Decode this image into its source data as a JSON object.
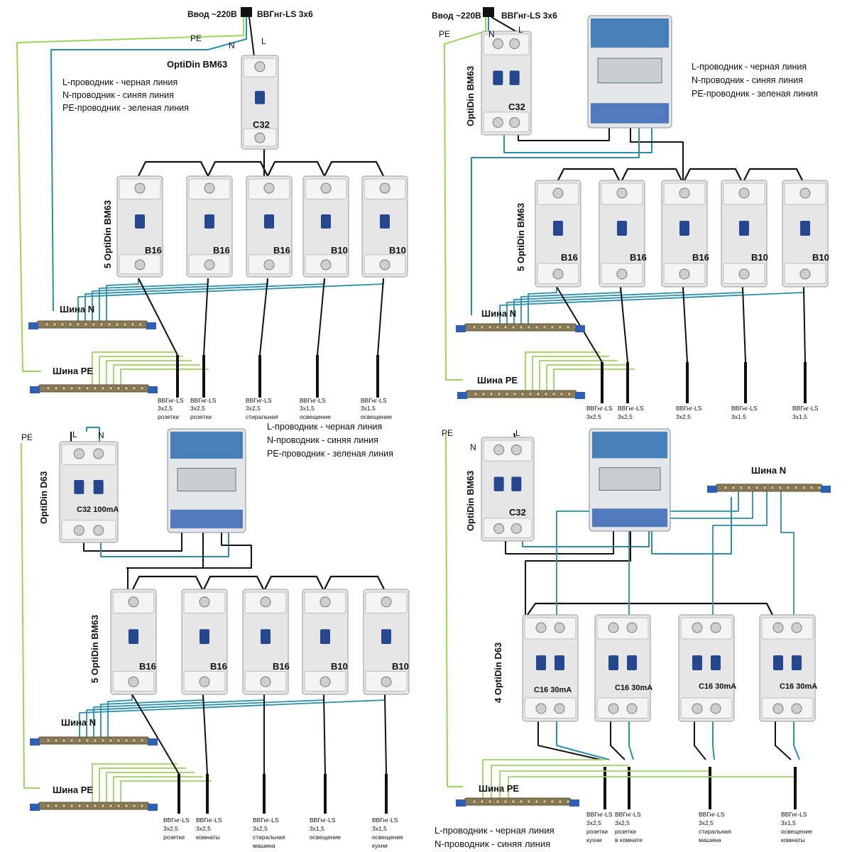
{
  "colors": {
    "L": "#111111",
    "N": "#2a8fa8",
    "PE": "#9bd65a",
    "rail": "#8a7a55",
    "rail_cap": "#2f5fb0",
    "breaker_body": "#e6e6e6",
    "toggle": "#24478f",
    "meter_top": "#2b6cb0"
  },
  "panels": [
    {
      "input_label": "Ввод ~220В",
      "cable_label": "ВВГнг-LS 3х6",
      "wire_labels": [
        "PE",
        "N",
        "L"
      ],
      "main_device": {
        "series": "OptiDin BM63",
        "rating": "C32"
      },
      "legend": [
        "L-проводник - черная линия",
        "N-проводник - синяя линия",
        "PE-проводник - зеленая линия"
      ],
      "group_label": "5 OptiDin BM63",
      "breakers": [
        "B16",
        "B16",
        "B16",
        "B10",
        "B10"
      ],
      "busbar_n": "Шина N",
      "busbar_pe": "Шина PE",
      "cables": [
        [
          "ВВГнг-LS",
          "3х2,5",
          "розетки"
        ],
        [
          "ВВГнг-LS",
          "3х2,5",
          "розетки"
        ],
        [
          "ВВГнг-LS",
          "3х2,5",
          "стиральная"
        ],
        [
          "ВВГнг-LS",
          "3х1,5",
          "освещение"
        ],
        [
          "ВВГнг-LS",
          "3х1,5",
          "освещение"
        ]
      ]
    },
    {
      "input_label": "Ввод ~220В",
      "cable_label": "ВВГнг-LS 3х6",
      "wire_labels": [
        "PE",
        "N",
        "L"
      ],
      "main_device": {
        "series": "OptiDin BM63",
        "rating": "C32"
      },
      "legend": [
        "L-проводник - черная линия",
        "N-проводник - синяя линия",
        "PE-проводник - зеленая линия"
      ],
      "group_label": "5 OptiDin BM63",
      "breakers": [
        "B16",
        "B16",
        "B16",
        "B10",
        "B10"
      ],
      "busbar_n": "Шина N",
      "busbar_pe": "Шина PE",
      "cables": [
        [
          "ВВГнг-LS",
          "3х2,5"
        ],
        [
          "ВВГнг-LS",
          "3х2,5"
        ],
        [
          "ВВГнг-LS",
          "3х2,5"
        ],
        [
          "ВВГнг-LS",
          "3х1,5"
        ],
        [
          "ВВГнг-LS",
          "3х1,5"
        ]
      ]
    },
    {
      "wire_labels": [
        "PE",
        "L",
        "N"
      ],
      "main_device": {
        "series": "OptiDin D63",
        "rating": "C32 100mA"
      },
      "legend": [
        "L-проводник - черная линия",
        "N-проводник - синяя линия",
        "PE-проводник - зеленая линия"
      ],
      "group_label": "5 OptiDin BM63",
      "breakers": [
        "B16",
        "B16",
        "B16",
        "B10",
        "B10"
      ],
      "busbar_n": "Шина N",
      "busbar_pe": "Шина PE",
      "cables": [
        [
          "ВВГнг-LS",
          "3х2,5",
          "розетки"
        ],
        [
          "ВВГнг-LS",
          "3х2,5",
          "комнаты"
        ],
        [
          "ВВГнг-LS",
          "3х2,5",
          "стиральная",
          "машина"
        ],
        [
          "ВВГнг-LS",
          "3х1,5",
          "освещение"
        ],
        [
          "ВВГнг-LS",
          "3х1,5",
          "освещение",
          "кухни"
        ]
      ]
    },
    {
      "wire_labels": [
        "PE",
        "N",
        "L"
      ],
      "main_device": {
        "series": "OptiDin BM63",
        "rating": "C32"
      },
      "legend": [
        "L-проводник - черная линия",
        "N-проводник - синяя линия"
      ],
      "group_label": "4 OptiDin D63",
      "breakers": [
        "C16 30mA",
        "C16 30mA",
        "C16 30mA",
        "C16 30mA"
      ],
      "busbar_n": "Шина N",
      "busbar_pe": "Шина PE",
      "cables": [
        [
          "ВВГнг-LS",
          "3х2,5",
          "розетки",
          "кухни"
        ],
        [
          "ВВГнг-LS",
          "3х2,5",
          "розетки",
          "в комнате"
        ],
        [
          "ВВГнг-LS",
          "3х2,5",
          "стиральная",
          "машина"
        ],
        [
          "ВВГнг-LS",
          "3х1,5",
          "освещение",
          "комнаты"
        ]
      ]
    }
  ]
}
